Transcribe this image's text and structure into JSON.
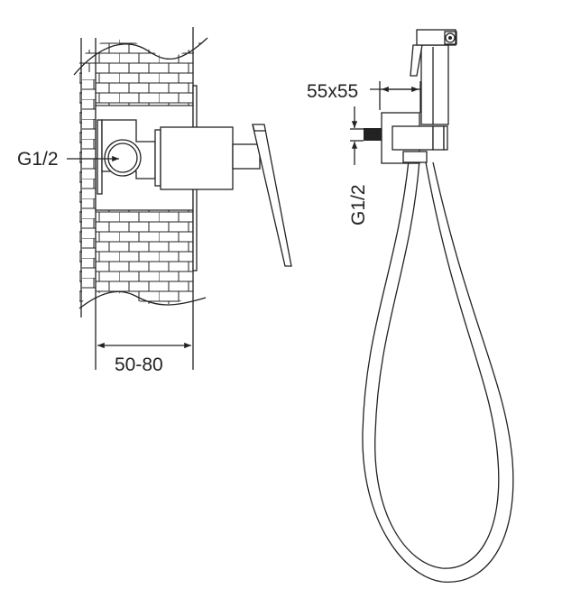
{
  "labels": {
    "thread_left": "G1/2",
    "wall_depth": "50-80",
    "bracket_size": "55x55",
    "thread_right": "G1/2"
  },
  "colors": {
    "line": "#222222",
    "background": "#ffffff"
  }
}
